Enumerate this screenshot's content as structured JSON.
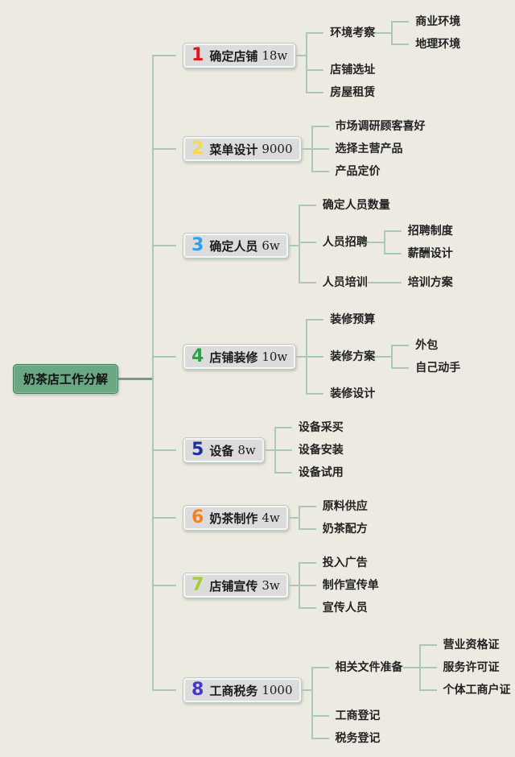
{
  "canvas": {
    "css_vars": {
      "bg": "#edeae2",
      "line": "#a9c9b4",
      "root-line": "#6f9e85",
      "box-fill": "#dcdcdc",
      "box-border": "#b8cfc0",
      "root-fill": "#6aa883",
      "root-border": "#447a5e"
    }
  },
  "root": {
    "label": "奶茶店工作分解"
  },
  "branches": [
    {
      "num": "1",
      "num_color": "#e8101f",
      "title": "确定店铺",
      "cost": "18w",
      "children": [
        {
          "label": "环境考察",
          "children": [
            {
              "label": "商业环境"
            },
            {
              "label": "地理环境"
            }
          ]
        },
        {
          "label": "店铺选址"
        },
        {
          "label": "房屋租赁"
        }
      ]
    },
    {
      "num": "2",
      "num_color": "#f2d94e",
      "title": "菜单设计",
      "cost": "9000",
      "children": [
        {
          "label": "市场调研顾客喜好"
        },
        {
          "label": "选择主营产品"
        },
        {
          "label": "产品定价"
        }
      ]
    },
    {
      "num": "3",
      "num_color": "#2aa0ee",
      "title": "确定人员",
      "cost": "6w",
      "children": [
        {
          "label": "确定人员数量"
        },
        {
          "label": "人员招聘",
          "children": [
            {
              "label": "招聘制度"
            },
            {
              "label": "薪酬设计"
            }
          ]
        },
        {
          "label": "人员培训",
          "children": [
            {
              "label": "培训方案"
            }
          ]
        }
      ]
    },
    {
      "num": "4",
      "num_color": "#22a641",
      "title": "店铺装修",
      "cost": "10w",
      "children": [
        {
          "label": "装修预算"
        },
        {
          "label": "装修方案",
          "children": [
            {
              "label": "外包"
            },
            {
              "label": "自己动手"
            }
          ]
        },
        {
          "label": "装修设计"
        }
      ]
    },
    {
      "num": "5",
      "num_color": "#1d2f9b",
      "title": "设备",
      "cost": "8w",
      "children": [
        {
          "label": "设备采买"
        },
        {
          "label": "设备安装"
        },
        {
          "label": "设备试用"
        }
      ]
    },
    {
      "num": "6",
      "num_color": "#f58221",
      "title": "奶茶制作",
      "cost": "4w",
      "children": [
        {
          "label": "原料供应"
        },
        {
          "label": "奶茶配方"
        }
      ]
    },
    {
      "num": "7",
      "num_color": "#a5cd32",
      "title": "店铺宣传",
      "cost": "3w",
      "children": [
        {
          "label": "投入广告"
        },
        {
          "label": "制作宣传单"
        },
        {
          "label": "宣传人员"
        }
      ]
    },
    {
      "num": "8",
      "num_color": "#4436c6",
      "title": "工商税务",
      "cost": "1000",
      "children": [
        {
          "label": "相关文件准备",
          "children": [
            {
              "label": "营业资格证"
            },
            {
              "label": "服务许可证"
            },
            {
              "label": "个体工商户证"
            }
          ]
        },
        {
          "label": "工商登记"
        },
        {
          "label": "税务登记"
        }
      ]
    }
  ]
}
